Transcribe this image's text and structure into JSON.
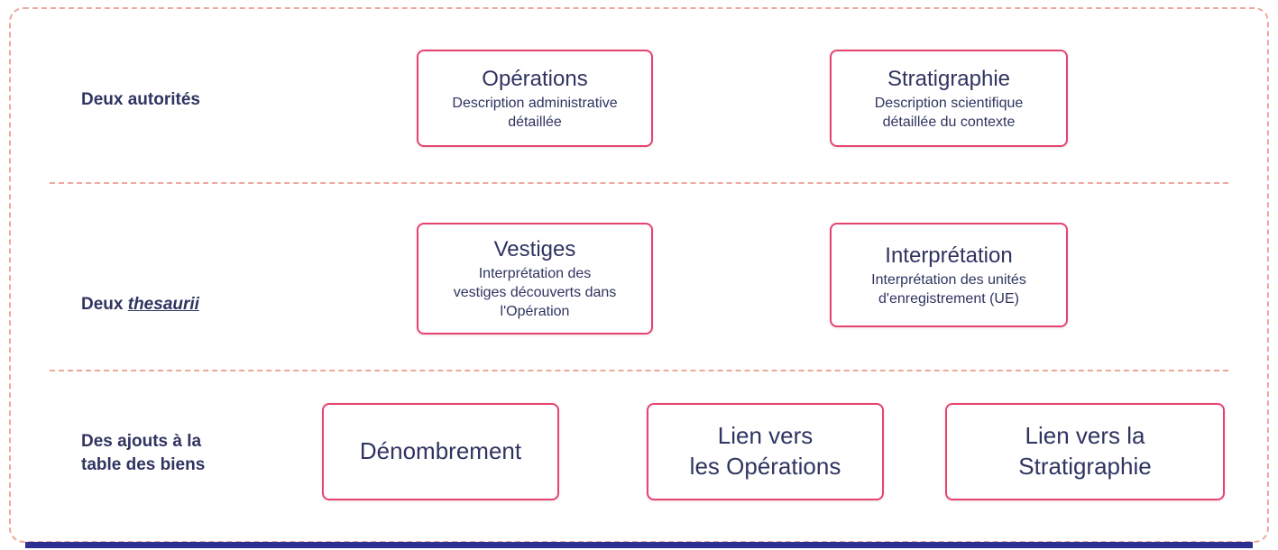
{
  "colors": {
    "box_border": "#e8426f",
    "text": "#2f3460",
    "dashed_line": "#eda89d",
    "bottom_bar": "#2d3192"
  },
  "rows": [
    {
      "label": "Deux autorités",
      "boxes": [
        {
          "title": "Opérations",
          "subtitle": "Description administrative\ndétaillée"
        },
        {
          "title": "Stratigraphie",
          "subtitle": "Description scientifique\ndétaillée du contexte"
        }
      ]
    },
    {
      "label_prefix": "Deux ",
      "label_em": "thesaurii",
      "boxes": [
        {
          "title": "Vestiges",
          "subtitle": "Interprétation des\nvestiges découverts dans\nl'Opération"
        },
        {
          "title": "Interprétation",
          "subtitle": "Interprétation des unités\nd'enregistrement (UE)"
        }
      ]
    },
    {
      "label": "Des ajouts à la\ntable des biens",
      "boxes": [
        {
          "title": "Dénombrement"
        },
        {
          "title": "Lien vers\nles Opérations"
        },
        {
          "title": "Lien vers la\nStratigraphie"
        }
      ]
    }
  ]
}
